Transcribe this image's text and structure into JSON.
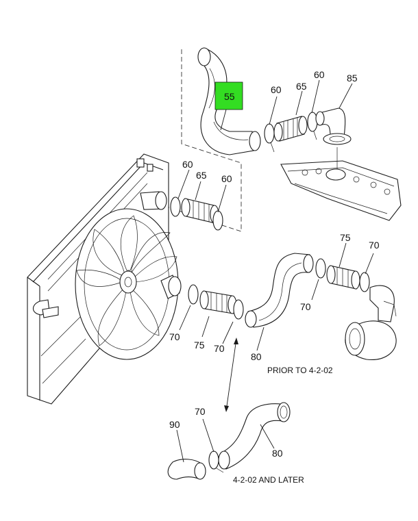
{
  "callouts": {
    "c55": "55",
    "c60a": "60",
    "c65a": "65",
    "c60b": "60",
    "c85": "85",
    "c60c": "60",
    "c65b": "65",
    "c60d": "60",
    "c75a": "75",
    "c70a": "70",
    "c70b": "70",
    "c70c": "70",
    "c75b": "75",
    "c70d": "70",
    "c80a": "80",
    "c70e": "70",
    "c90": "90",
    "c80b": "80"
  },
  "captions": {
    "prior": "PRIOR TO 4-2-02",
    "later": "4-2-02 AND LATER"
  },
  "highlight": {
    "color": "#33dd22",
    "part": "55"
  }
}
